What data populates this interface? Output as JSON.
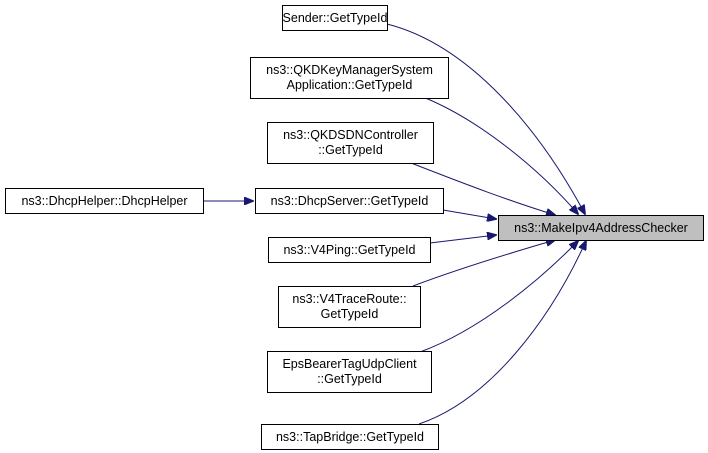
{
  "diagram": {
    "type": "doxygen-caller-graph",
    "edge_color": "#191970",
    "target": {
      "id": "target",
      "lines": [
        "ns3::MakeIpv4AddressChecker"
      ],
      "fill": "#bfbfbf"
    },
    "nodes": [
      {
        "id": "sender",
        "lines": [
          "Sender::GetTypeId"
        ]
      },
      {
        "id": "qkdkms",
        "lines": [
          "ns3::QKDKeyManagerSystem",
          "Application::GetTypeId"
        ]
      },
      {
        "id": "qkdsdn",
        "lines": [
          "ns3::QKDSDNController",
          "::GetTypeId"
        ]
      },
      {
        "id": "dhcpserver",
        "lines": [
          "ns3::DhcpServer::GetTypeId"
        ]
      },
      {
        "id": "v4ping",
        "lines": [
          "ns3::V4Ping::GetTypeId"
        ]
      },
      {
        "id": "v4trace",
        "lines": [
          "ns3::V4TraceRoute::",
          "GetTypeId"
        ]
      },
      {
        "id": "epsbearer",
        "lines": [
          "EpsBearerTagUdpClient",
          "::GetTypeId"
        ]
      },
      {
        "id": "tapbridge",
        "lines": [
          "ns3::TapBridge::GetTypeId"
        ]
      },
      {
        "id": "dhcphelper",
        "lines": [
          "ns3::DhcpHelper::DhcpHelper"
        ]
      }
    ],
    "edges": [
      {
        "from": "sender",
        "to": "target"
      },
      {
        "from": "qkdkms",
        "to": "target"
      },
      {
        "from": "qkdsdn",
        "to": "target"
      },
      {
        "from": "dhcpserver",
        "to": "target"
      },
      {
        "from": "v4ping",
        "to": "target"
      },
      {
        "from": "v4trace",
        "to": "target"
      },
      {
        "from": "epsbearer",
        "to": "target"
      },
      {
        "from": "tapbridge",
        "to": "target"
      },
      {
        "from": "dhcphelper",
        "to": "dhcpserver"
      }
    ]
  }
}
